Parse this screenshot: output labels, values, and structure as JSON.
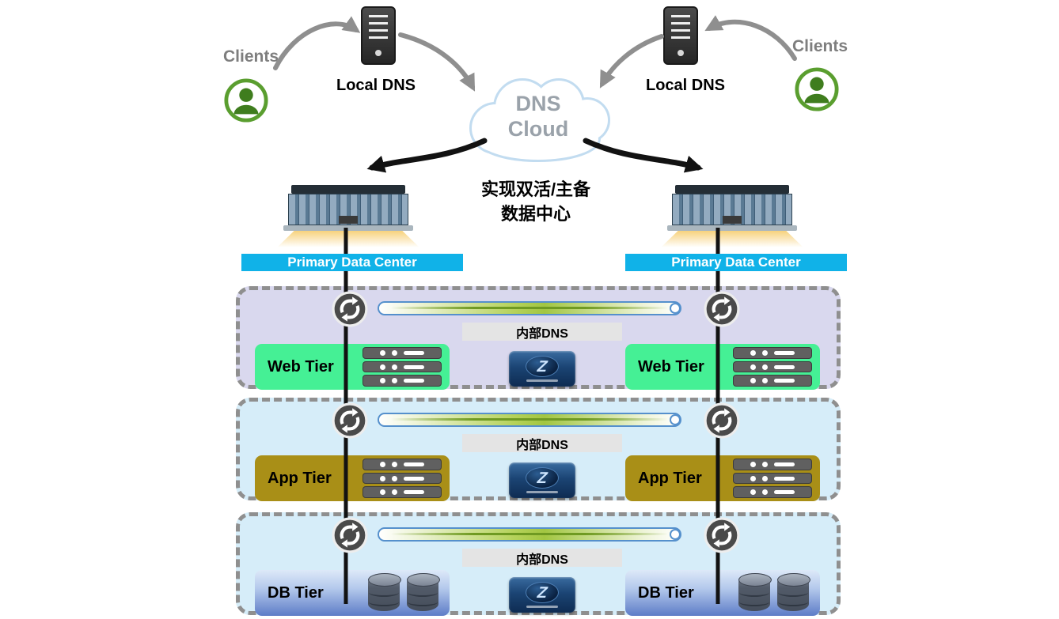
{
  "header": {
    "clients_left": "Clients",
    "clients_right": "Clients",
    "local_dns_left": "Local DNS",
    "local_dns_right": "Local DNS",
    "cloud_line1": "DNS",
    "cloud_line2": "Cloud",
    "caption_line1": "实现双活/主备",
    "caption_line2": "数据中心"
  },
  "datacenters": {
    "left_label": "Primary Data Center",
    "right_label": "Primary Data Center"
  },
  "tiers": [
    {
      "left_label": "Web Tier",
      "right_label": "Web Tier",
      "internal_dns": "内部DNS"
    },
    {
      "left_label": "App Tier",
      "right_label": "App Tier",
      "internal_dns": "内部DNS"
    },
    {
      "left_label": "DB Tier",
      "right_label": "DB Tier",
      "internal_dns": "内部DNS"
    }
  ],
  "appliance": {
    "logo": "Z"
  },
  "colors": {
    "banner": "#10b2e8",
    "web_tier_bg": "#d9d8ee",
    "app_tier_bg": "#d6edf9",
    "db_tier_bg": "#d6edf9",
    "web_box": "#45f095",
    "app_box": "#a98f17",
    "dashed_border": "#8f8f8f",
    "bar_border": "#5590cc"
  }
}
